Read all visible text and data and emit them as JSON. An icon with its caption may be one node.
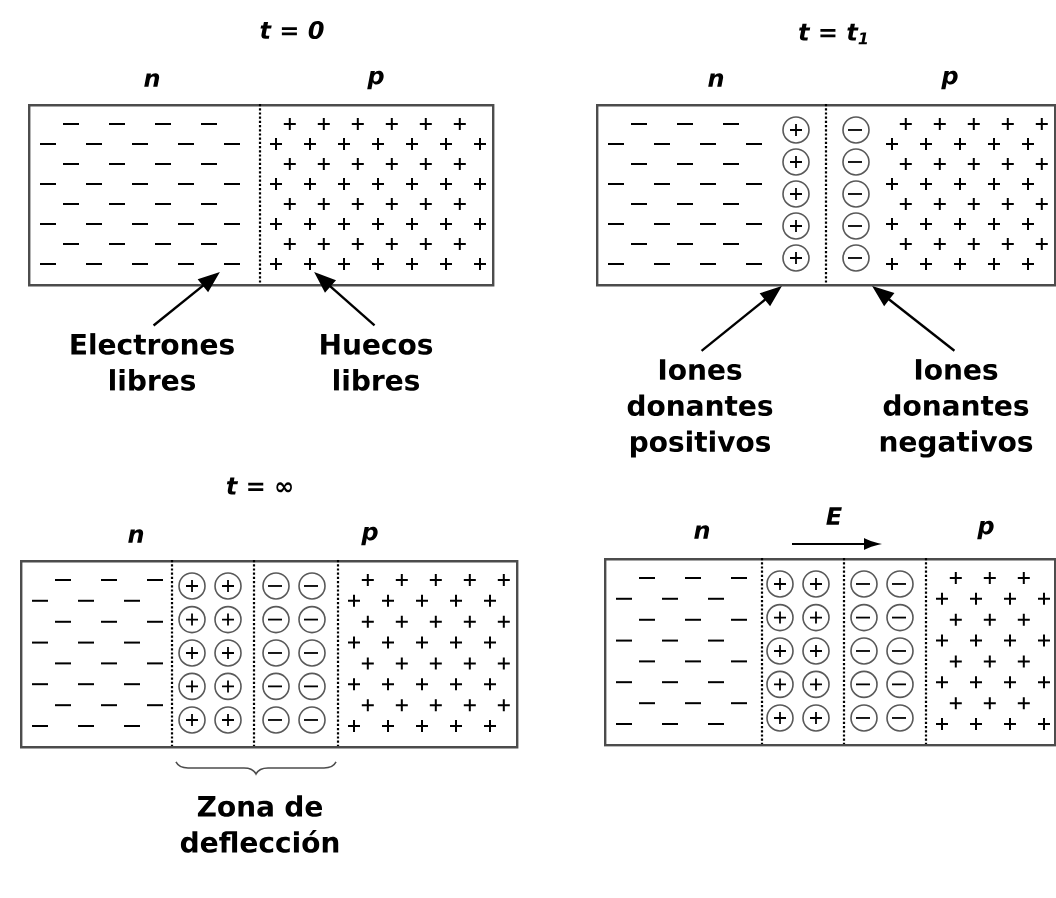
{
  "diagram": {
    "nodes": [
      {
        "text": [],
        "shape": "box",
        "beside": [
          "t = 0",
          "n",
          "p"
        ]
      },
      {
        "text": [
          "Electrones libres"
        ]
      },
      {
        "text": [
          "Huecos libres"
        ]
      },
      {
        "text": [],
        "shape": "box",
        "beside": [
          "t = t$_{1}$",
          "n",
          "p"
        ]
      },
      {
        "text": [
          "Iones donantes positivos"
        ]
      },
      {
        "text": [
          "Iones donantes negativos"
        ]
      },
      {
        "text": [],
        "shape": "box",
        "beside": [
          "t = ∞",
          "n",
          "p"
        ]
      },
      {
        "text": [],
        "shape": "box",
        "beside": [
          "n",
          "E",
          "p"
        ]
      }
    ],
    "edges": [
      {
        "from": 1,
        "to": 0,
        "arrow": "to"
      },
      {
        "from": 2,
        "to": 0,
        "arrow": "to"
      },
      {
        "from": 4,
        "to": 3,
        "arrow": "to"
      },
      {
        "from": 5,
        "to": 3,
        "arrow": "to"
      }
    ],
    "labels": [
      "Zona de deflección"
    ]
  }
}
